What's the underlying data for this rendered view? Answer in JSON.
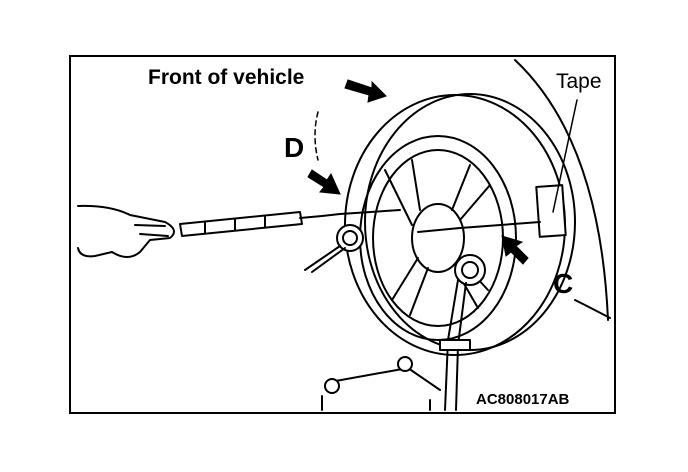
{
  "labels": {
    "front_of_vehicle": "Front of vehicle",
    "tape": "Tape",
    "d": "D",
    "c": "C",
    "figure_code": "AC808017AB"
  }
}
